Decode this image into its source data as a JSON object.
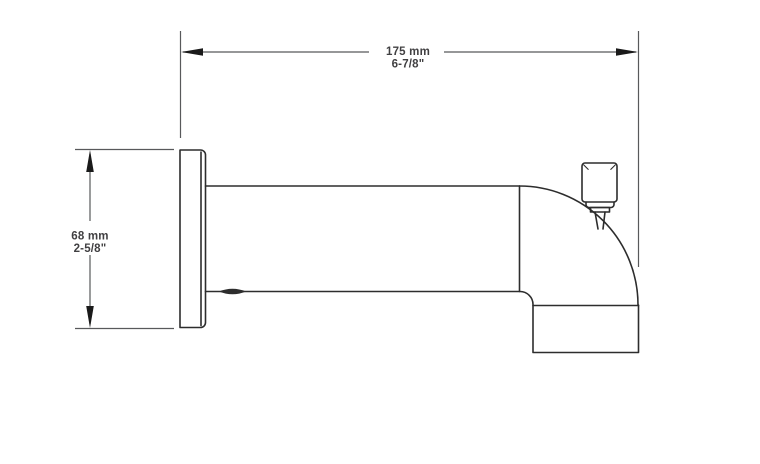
{
  "drawing": {
    "description": "Side-view technical line drawing of a wall-mount tub spout with diverter knob, annotated with overall length and flange height dimensions",
    "width_dimension": {
      "metric": "175 mm",
      "imperial": "6-7/8\""
    },
    "height_dimension": {
      "metric": "68 mm",
      "imperial": "2-5/8\""
    },
    "colors": {
      "object-line": "#2d2d2d",
      "dimension-line": "#58595b",
      "arrow": "#1a1a1a",
      "text": "#414042",
      "background": "#ffffff"
    }
  }
}
